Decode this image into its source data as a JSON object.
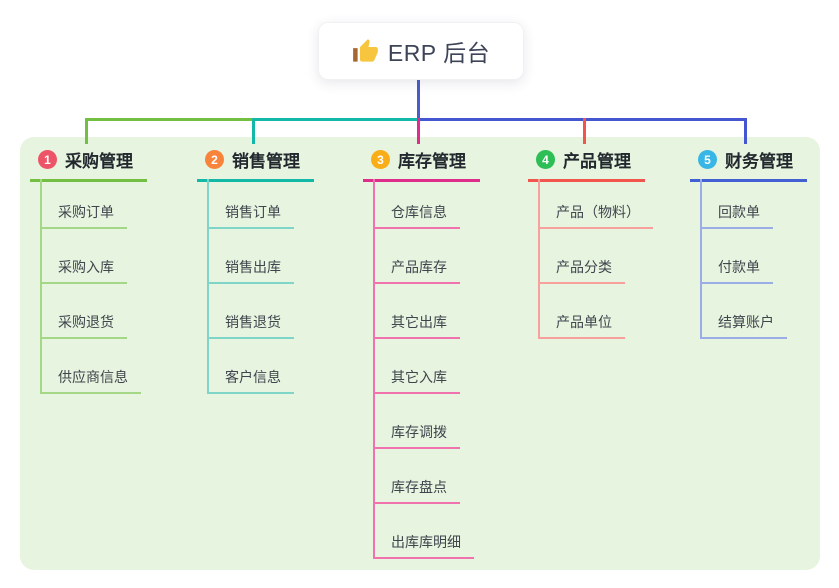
{
  "root": {
    "title": "ERP 后台",
    "icon": "thumbs-up"
  },
  "colors": {
    "page_bg": "#ffffff",
    "panel_bg": "#e7f4df",
    "root_text": "#3d4457",
    "topic_text": "#23282e",
    "child_text": "#3f454d",
    "stem": "#4a5ccd",
    "bus_blue": "#4457d0",
    "thumb_yellow": "#f8c53e",
    "thumb_cuff": "#a5672f"
  },
  "branches": [
    {
      "number": "1",
      "label": "采购管理",
      "badge_color": "#ee5467",
      "line_color": "#72bf44",
      "light_color": "#a4d887",
      "children": [
        "采购订单",
        "采购入库",
        "采购退货",
        "供应商信息"
      ]
    },
    {
      "number": "2",
      "label": "销售管理",
      "badge_color": "#f8843c",
      "line_color": "#14b8a6",
      "light_color": "#7fd6c8",
      "children": [
        "销售订单",
        "销售出库",
        "销售退货",
        "客户信息"
      ]
    },
    {
      "number": "3",
      "label": "库存管理",
      "badge_color": "#f9ae17",
      "line_color": "#df2d8c",
      "light_color": "#f173ae",
      "children": [
        "仓库信息",
        "产品库存",
        "其它出库",
        "其它入库",
        "库存调拨",
        "库存盘点",
        "出库库明细"
      ]
    },
    {
      "number": "4",
      "label": "产品管理",
      "badge_color": "#2dbe56",
      "line_color": "#f2544e",
      "light_color": "#f8a09b",
      "children": [
        "产品（物料）",
        "产品分类",
        "产品单位"
      ]
    },
    {
      "number": "5",
      "label": "财务管理",
      "badge_color": "#38b6e6",
      "line_color": "#4360d2",
      "light_color": "#9bade6",
      "children": [
        "回款单",
        "付款单",
        "结算账户"
      ]
    }
  ]
}
